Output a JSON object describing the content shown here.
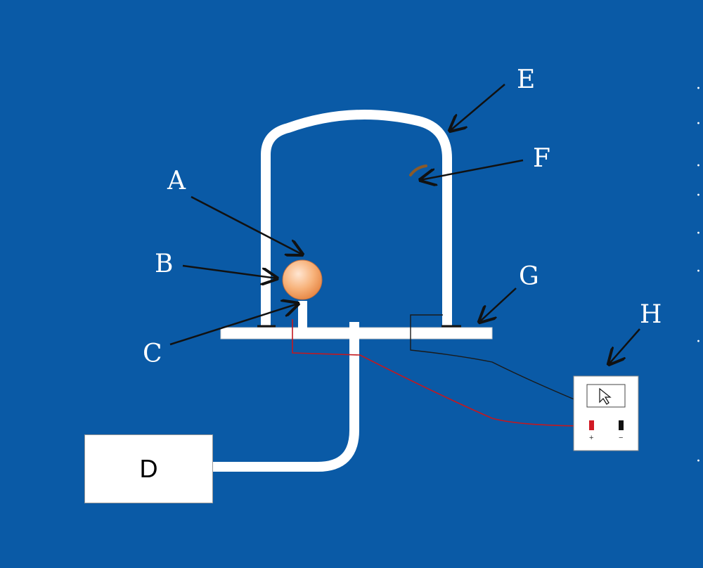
{
  "labels": {
    "a": "A",
    "b": "B",
    "c": "C",
    "d": "D",
    "e": "E",
    "f": "F",
    "g": "G",
    "h": "H"
  },
  "meter": {
    "positive_symbol": "+",
    "negative_symbol": "−"
  },
  "colors": {
    "background": "#0a5aa6",
    "apparatus": "#ffffff",
    "bulb": "#f5a86a",
    "positive_wire": "#c4181f",
    "negative_wire": "#1a1a1a",
    "arrow": "#111111"
  }
}
